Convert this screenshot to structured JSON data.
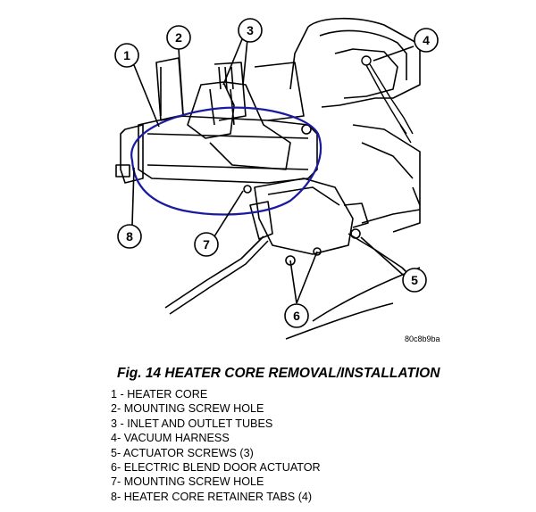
{
  "figure": {
    "drawing_id": "80c8b9ba",
    "callouts": [
      "1",
      "2",
      "3",
      "4",
      "5",
      "6",
      "7",
      "8"
    ]
  },
  "caption": "Fig. 14 HEATER CORE REMOVAL/INSTALLATION",
  "legend": [
    "1 - HEATER CORE",
    "2- MOUNTING SCREW HOLE",
    "3 - INLET AND OUTLET TUBES",
    "4- VACUUM HARNESS",
    "5- ACTUATOR SCREWS (3)",
    "6- ELECTRIC BLEND DOOR ACTUATOR",
    "7- MOUNTING SCREW HOLE",
    "8- HEATER CORE RETAINER TABS (4)"
  ],
  "colors": {
    "line": "#000000",
    "highlight": "#1a1aa0",
    "background": "#ffffff"
  }
}
